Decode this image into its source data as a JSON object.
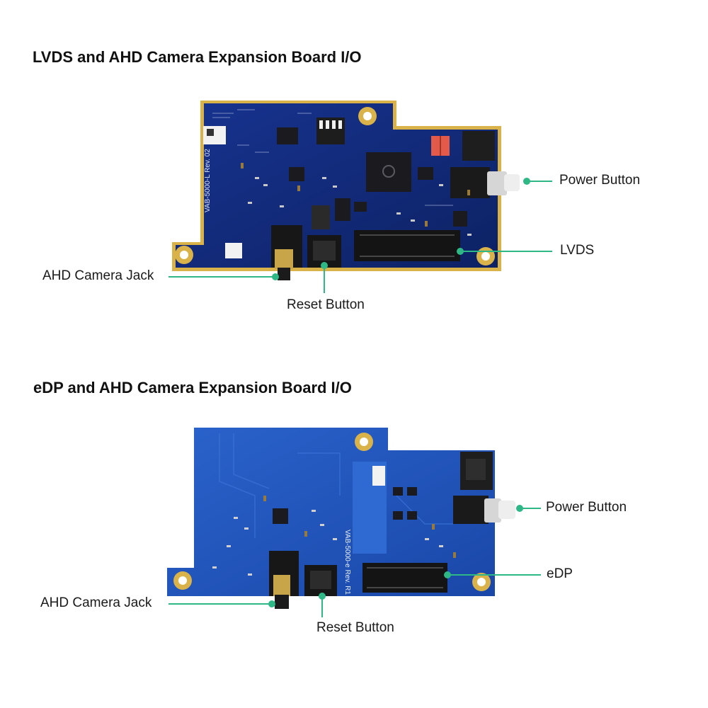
{
  "sections": [
    {
      "title": "LVDS and AHD Camera Expansion Board I/O",
      "board": {
        "silkscreen": [
          "VAB-5000-L  Rev. 02"
        ],
        "callouts": {
          "power": "Power Button",
          "connector": "LVDS",
          "camera": "AHD Camera Jack",
          "reset": "Reset Button"
        }
      }
    },
    {
      "title": "eDP and AHD Camera Expansion Board I/O",
      "board": {
        "silkscreen": [
          "VAB-5000-e  Rev. R1"
        ],
        "callouts": {
          "power": "Power Button",
          "connector": "eDP",
          "camera": "AHD Camera Jack",
          "reset": "Reset Button"
        }
      }
    }
  ],
  "colors": {
    "accent": "#2db886",
    "pcb_dark": "#102a7a",
    "pcb_light": "#1c4fb8",
    "gold": "#d9b24a"
  }
}
